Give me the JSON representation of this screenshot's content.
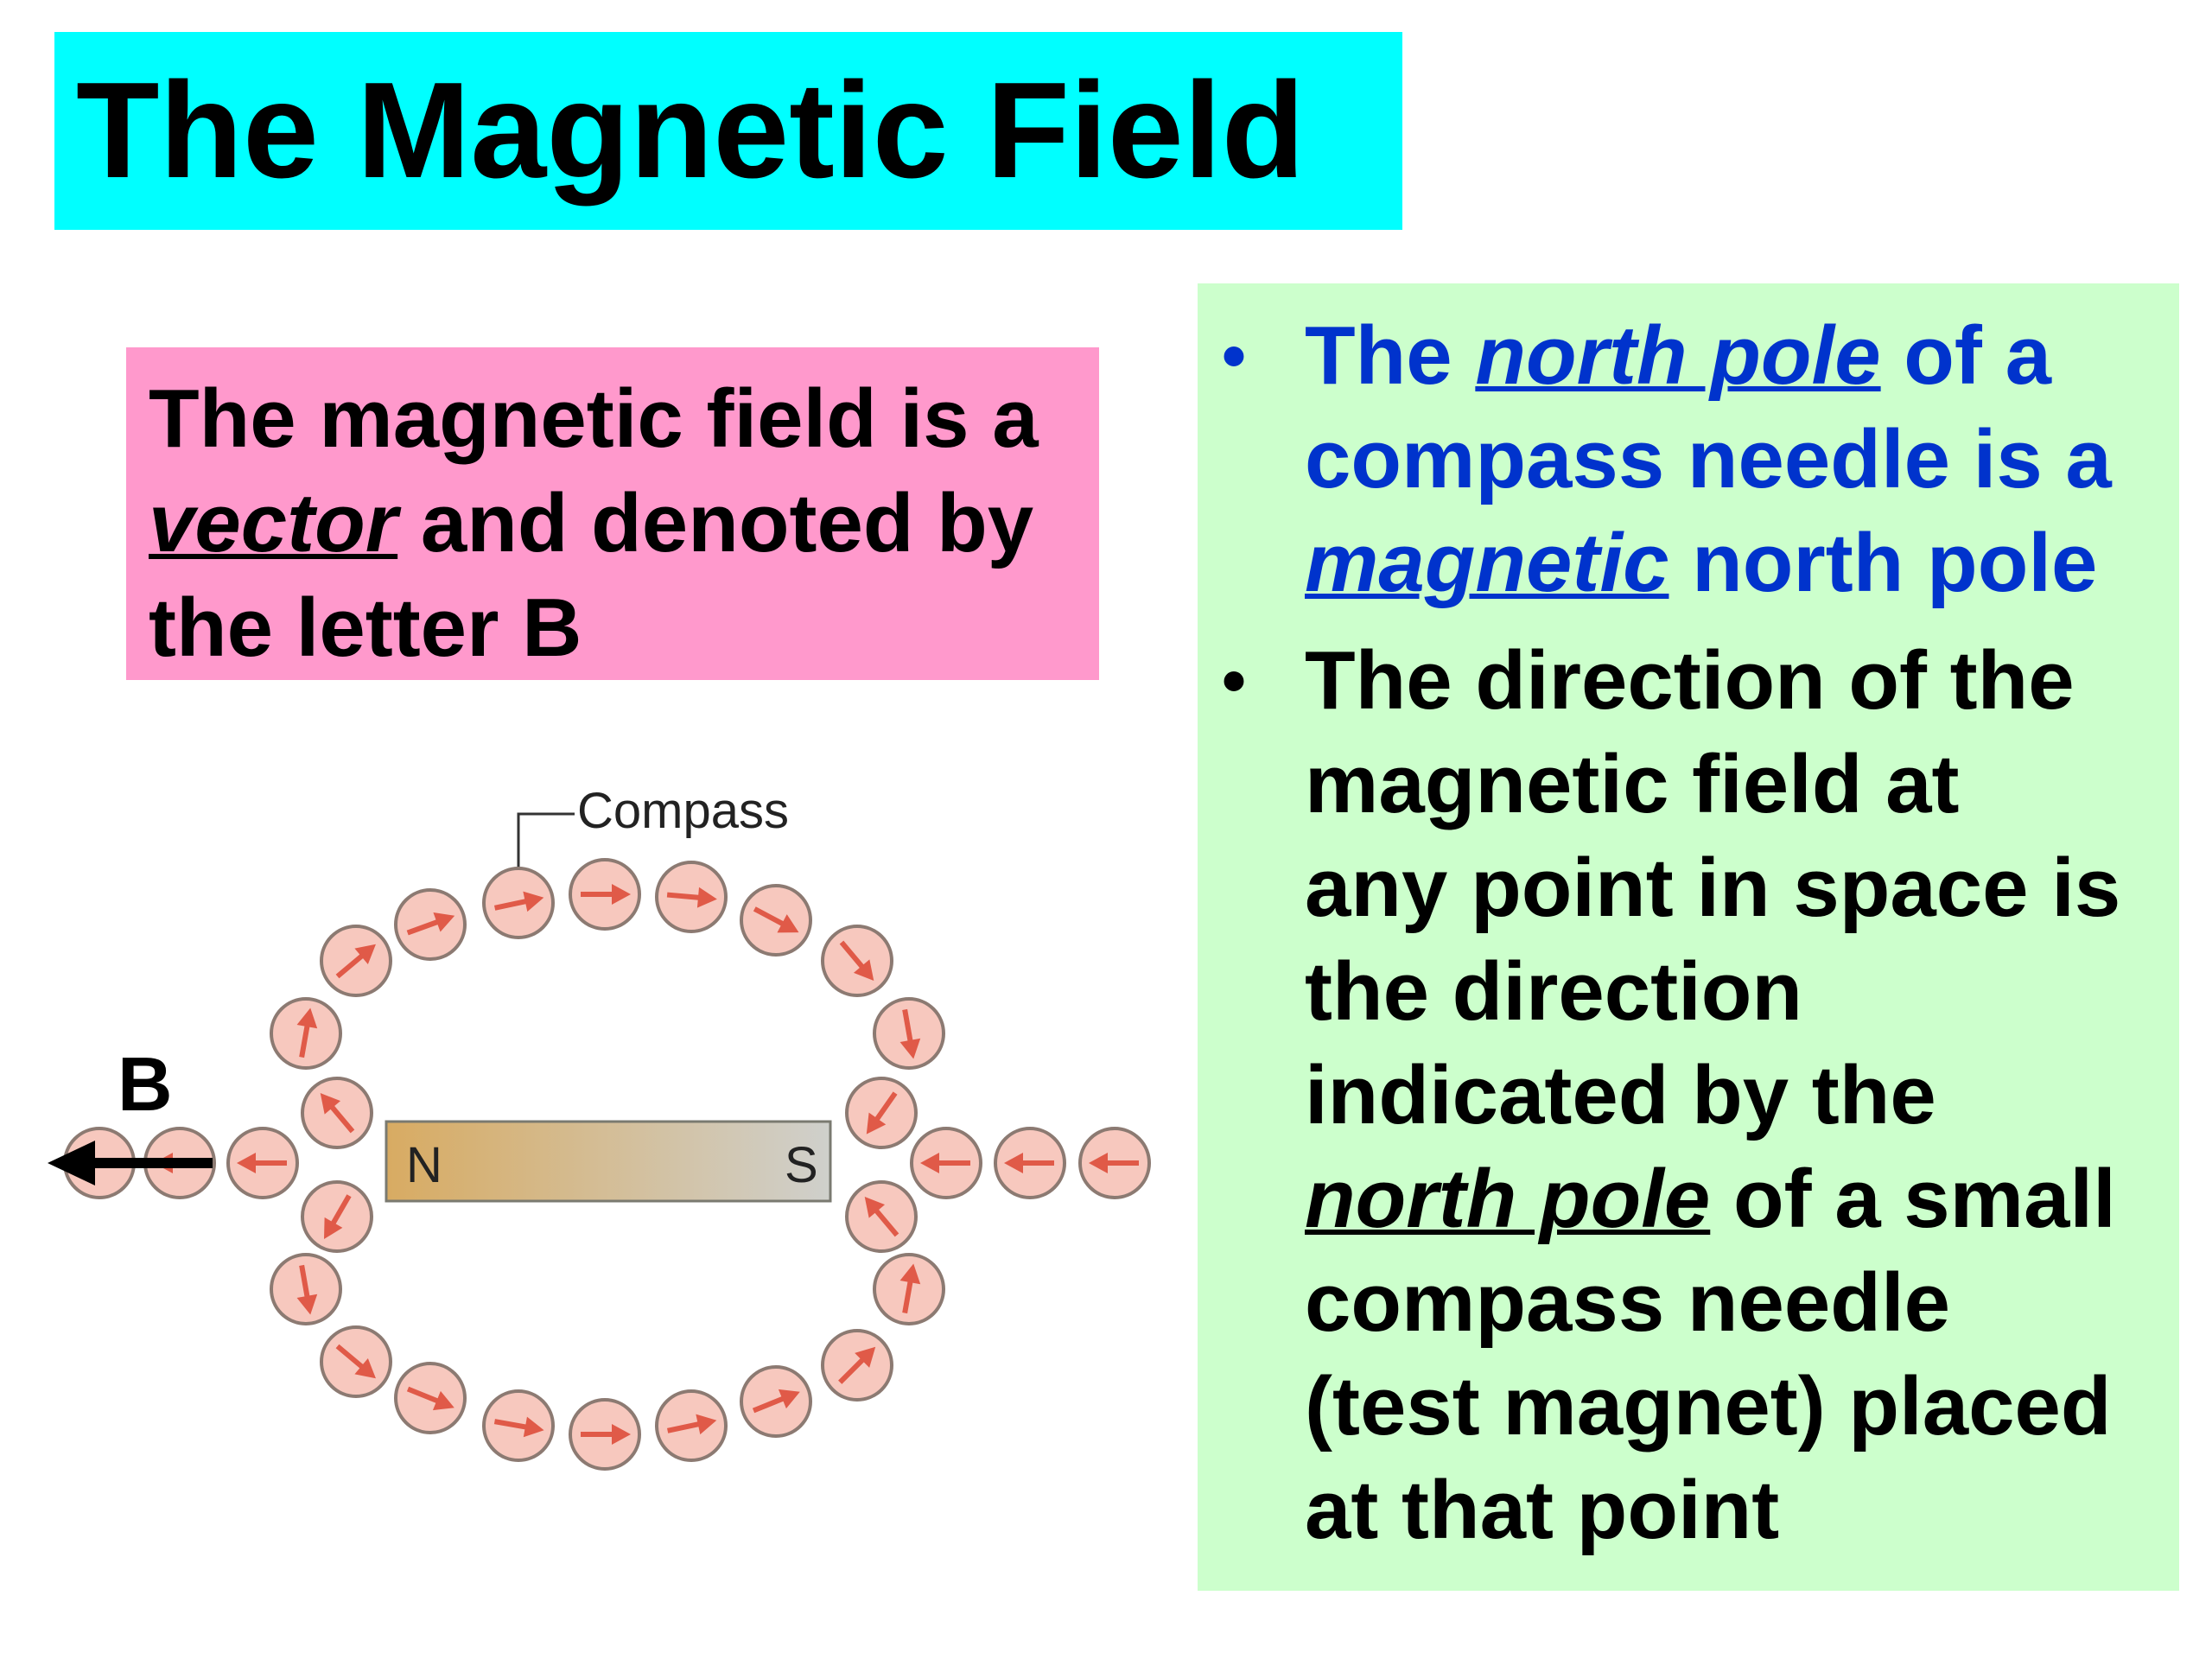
{
  "title": "The Magnetic Field",
  "definition": {
    "line1": "The magnetic field is a",
    "vector_word": "vector",
    "line2_rest": " and denoted by",
    "line3": "the letter B"
  },
  "diagram": {
    "compass_label": "Compass",
    "field_label": "B",
    "north_label": "N",
    "south_label": "S",
    "colors": {
      "compass_fill": "#f7c8be",
      "compass_stroke": "#8c7a72",
      "needle": "#e05a48",
      "bar_north": "#d8ab62",
      "bar_south": "#cfd0cc"
    }
  },
  "bullets": {
    "first": {
      "pre": "The ",
      "emph1": "north pole",
      "mid1": " of a",
      "line2": "compass needle is a",
      "emph2": "magnetic",
      "rest3": " north pole"
    },
    "second": {
      "line1": "The direction of the",
      "line2": "magnetic field at",
      "line3": "any point in space is",
      "line4": "the direction",
      "line5": "indicated by the",
      "emph": "north pole",
      "rest6": " of a small",
      "line7": "compass needle",
      "line8": "(test magnet) placed",
      "line9": "at that point"
    }
  }
}
